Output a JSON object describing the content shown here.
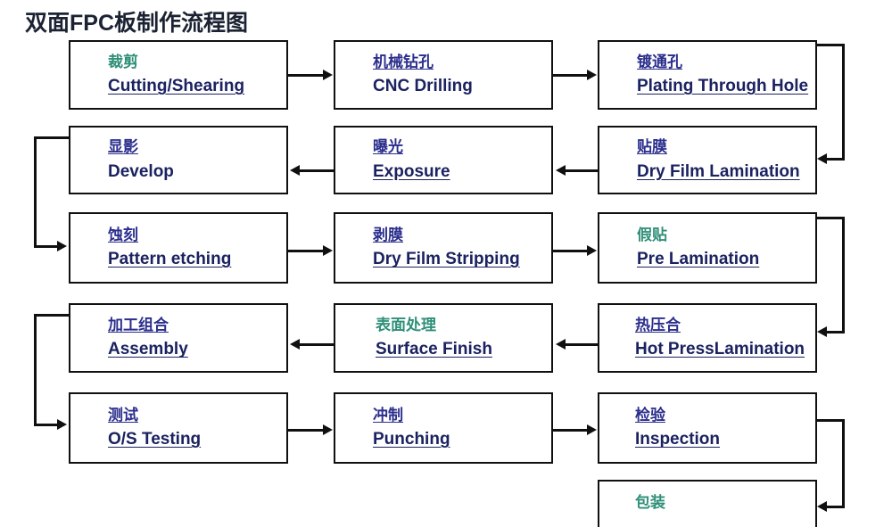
{
  "title": "双面FPC板制作流程图",
  "colors": {
    "border": "#101010",
    "chinese_blue": "#2b2e8c",
    "chinese_green": "#2f8f78",
    "english_navy": "#1b2260",
    "title": "#1b2232"
  },
  "chart_data": {
    "type": "diagram",
    "title": "双面FPC板制作流程图",
    "nodes": [
      {
        "id": "n1",
        "cn": "裁剪",
        "en": "Cutting/Shearing",
        "cn_color": "green",
        "row": 1,
        "col": 1
      },
      {
        "id": "n2",
        "cn": "机械钻孔",
        "en": "CNC Drilling",
        "cn_color": "blue",
        "row": 1,
        "col": 2
      },
      {
        "id": "n3",
        "cn": "镀通孔",
        "en": "Plating Through Hole",
        "cn_color": "blue",
        "row": 1,
        "col": 3
      },
      {
        "id": "n4",
        "cn": "显影",
        "en": "Develop",
        "cn_color": "blue",
        "row": 2,
        "col": 1
      },
      {
        "id": "n5",
        "cn": "曝光",
        "en": "Exposure",
        "cn_color": "blue",
        "row": 2,
        "col": 2
      },
      {
        "id": "n6",
        "cn": "贴膜",
        "en": "Dry Film Lamination",
        "cn_color": "blue",
        "row": 2,
        "col": 3
      },
      {
        "id": "n7",
        "cn": "蚀刻",
        "en": "Pattern etching",
        "cn_color": "blue",
        "row": 3,
        "col": 1
      },
      {
        "id": "n8",
        "cn": "剥膜",
        "en": "Dry Film Stripping",
        "cn_color": "blue",
        "row": 3,
        "col": 2
      },
      {
        "id": "n9",
        "cn": "假贴",
        "en": " Pre Lamination",
        "cn_color": "green",
        "row": 3,
        "col": 3
      },
      {
        "id": "n10",
        "cn": "加工组合",
        "en": "Assembly",
        "cn_color": "blue",
        "row": 4,
        "col": 1
      },
      {
        "id": "n11",
        "cn": "表面处理",
        "en": "Surface  Finish",
        "cn_color": "green",
        "row": 4,
        "col": 2
      },
      {
        "id": "n12",
        "cn": "热压合",
        "en": "Hot PressLamination",
        "cn_color": "blue",
        "row": 4,
        "col": 3
      },
      {
        "id": "n13",
        "cn": "测试",
        "en": "O/S Testing",
        "cn_color": "blue",
        "row": 5,
        "col": 1
      },
      {
        "id": "n14",
        "cn": "冲制",
        "en": "Punching",
        "cn_color": "blue",
        "row": 5,
        "col": 2
      },
      {
        "id": "n15",
        "cn": "检验",
        "en": "Inspection",
        "cn_color": "blue",
        "row": 5,
        "col": 3
      },
      {
        "id": "n16",
        "cn": "包装",
        "en": "",
        "cn_color": "green",
        "row": 6,
        "col": 3
      }
    ],
    "edges": [
      {
        "from": "n1",
        "to": "n2",
        "direction": "right"
      },
      {
        "from": "n2",
        "to": "n3",
        "direction": "right"
      },
      {
        "from": "n3",
        "to": "n6",
        "direction": "wrap-right-down"
      },
      {
        "from": "n6",
        "to": "n5",
        "direction": "left"
      },
      {
        "from": "n5",
        "to": "n4",
        "direction": "left"
      },
      {
        "from": "n4",
        "to": "n7",
        "direction": "wrap-left-down"
      },
      {
        "from": "n7",
        "to": "n8",
        "direction": "right"
      },
      {
        "from": "n8",
        "to": "n9",
        "direction": "right"
      },
      {
        "from": "n9",
        "to": "n12",
        "direction": "wrap-right-down"
      },
      {
        "from": "n12",
        "to": "n11",
        "direction": "left"
      },
      {
        "from": "n11",
        "to": "n10",
        "direction": "left"
      },
      {
        "from": "n10",
        "to": "n13",
        "direction": "wrap-left-down"
      },
      {
        "from": "n13",
        "to": "n14",
        "direction": "right"
      },
      {
        "from": "n14",
        "to": "n15",
        "direction": "right"
      },
      {
        "from": "n15",
        "to": "n16",
        "direction": "wrap-right-down"
      }
    ]
  },
  "nodes": {
    "n1": {
      "cn": "裁剪",
      "en": "Cutting/Shearing"
    },
    "n2": {
      "cn": "机械钻孔",
      "en": "CNC Drilling"
    },
    "n3": {
      "cn": "镀通孔",
      "en": "Plating Through Hole"
    },
    "n4": {
      "cn": "显影",
      "en": "Develop"
    },
    "n5": {
      "cn": "曝光",
      "en": "Exposure"
    },
    "n6": {
      "cn": "贴膜",
      "en": "Dry Film Lamination"
    },
    "n7": {
      "cn": "蚀刻",
      "en": "Pattern etching"
    },
    "n8": {
      "cn": "剥膜",
      "en": "Dry Film Stripping"
    },
    "n9": {
      "cn": "假贴",
      "en": " Pre Lamination"
    },
    "n10": {
      "cn": "加工组合",
      "en": "Assembly"
    },
    "n11": {
      "cn": "表面处理",
      "en": "Surface  Finish"
    },
    "n12": {
      "cn": "热压合",
      "en": "Hot PressLamination"
    },
    "n13": {
      "cn": "测试",
      "en": "O/S Testing"
    },
    "n14": {
      "cn": "冲制",
      "en": "Punching"
    },
    "n15": {
      "cn": "检验",
      "en": "Inspection"
    },
    "n16": {
      "cn": "包装",
      "en": ""
    }
  }
}
